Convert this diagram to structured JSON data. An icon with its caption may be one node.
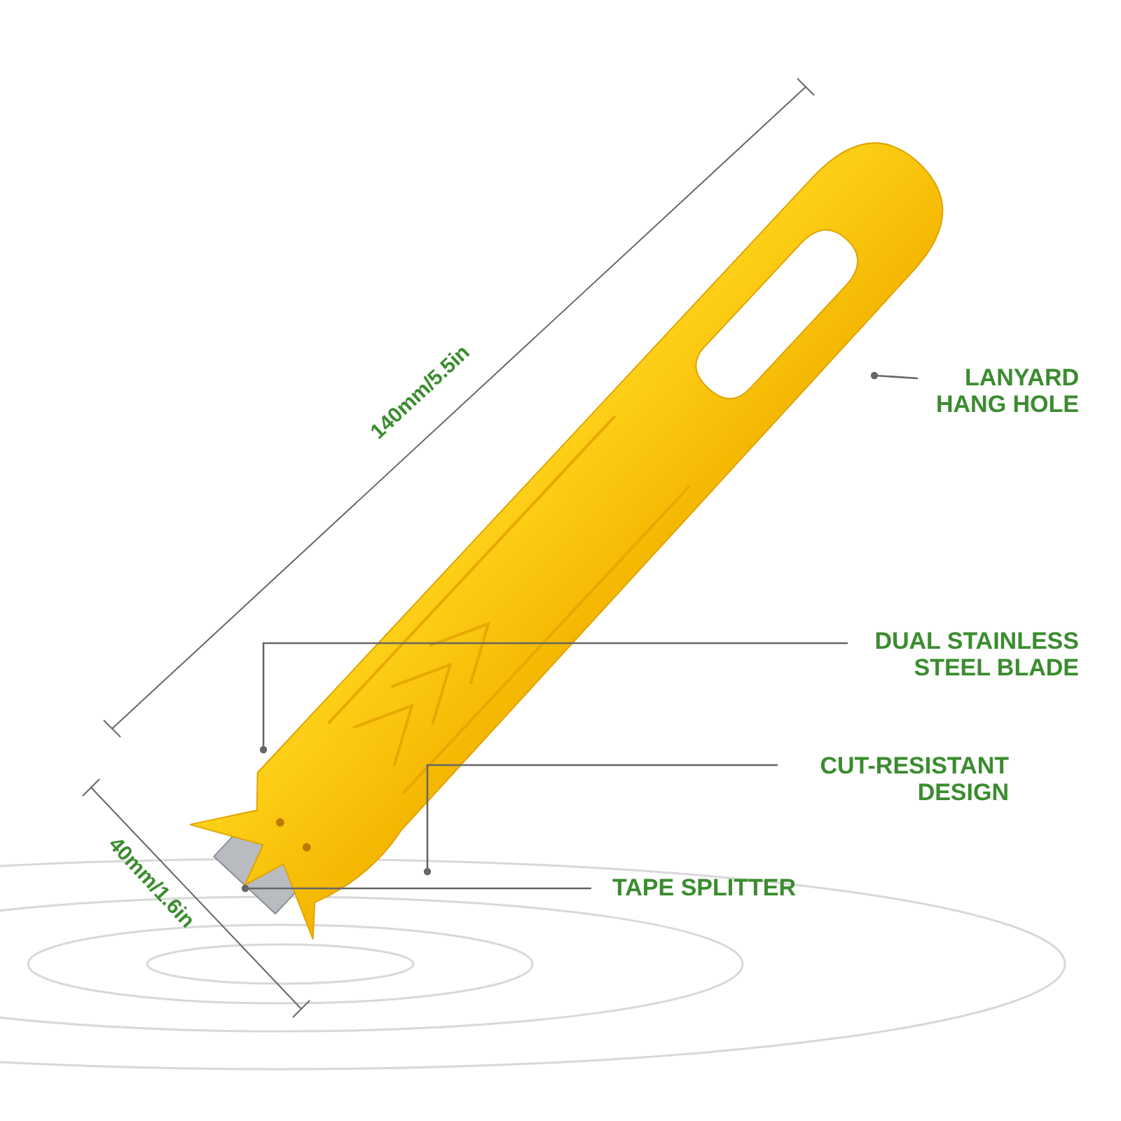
{
  "diagram": {
    "nodes": [
      {
        "text": [
          "LANYARD HANG HOLE"
        ]
      },
      {
        "text": [
          "DUAL STAINLESS STEEL BLADE"
        ]
      },
      {
        "text": [
          "CUT-RESISTANT DESIGN"
        ]
      },
      {
        "text": [
          "TAPE SPLITTER"
        ]
      }
    ],
    "edges": [
      {
        "from": 0,
        "to": null,
        "arrow": "other"
      },
      {
        "from": 1,
        "to": null,
        "arrow": "other"
      },
      {
        "from": 2,
        "to": null,
        "arrow": "other"
      },
      {
        "from": 3,
        "to": null,
        "arrow": "other"
      }
    ],
    "labels": [
      "140mm/5.5in",
      "40mm/1.6in"
    ]
  }
}
